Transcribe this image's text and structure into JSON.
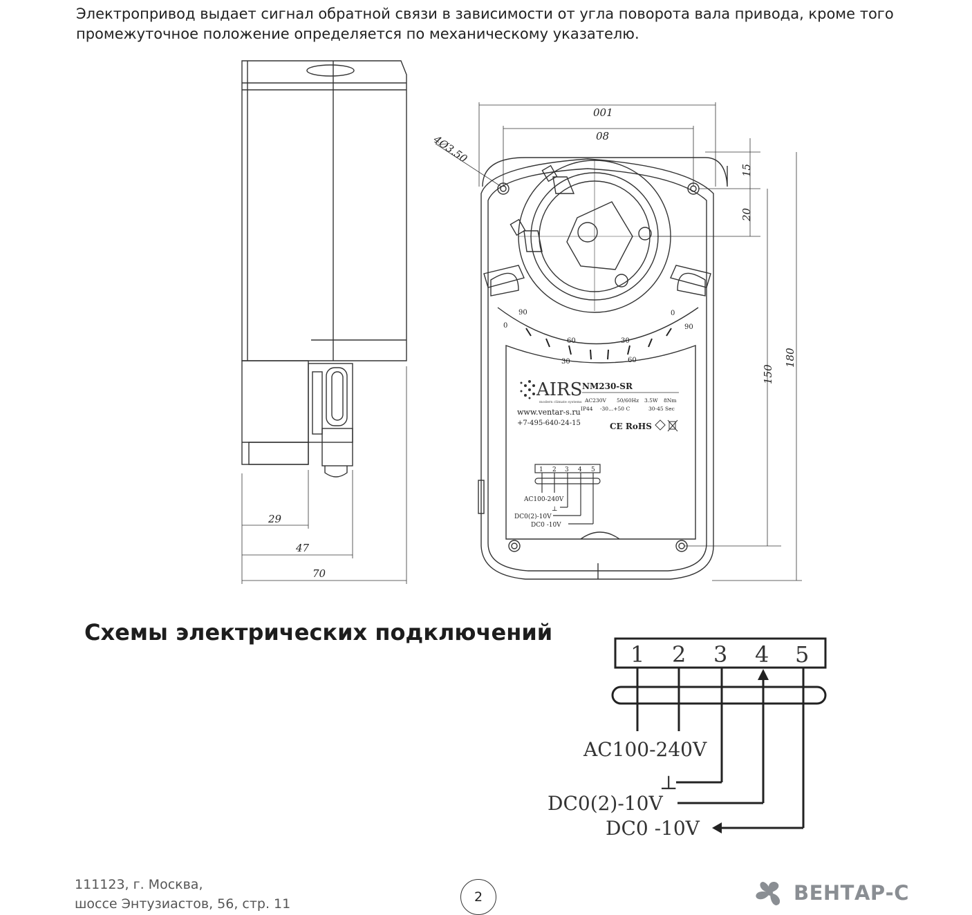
{
  "intro": {
    "line1": "Электропривод выдает сигнал обратной связи в зависимости от угла поворота вала привода, кроме того",
    "line2": "промежуточное положение определяется по механическому указателю."
  },
  "drawing": {
    "dim_width_top": "001",
    "dim_holes": "08",
    "dim_hole_dia": "4Ø3.50",
    "dim_15": "15",
    "dim_20": "20",
    "dim_150": "150",
    "dim_180": "180",
    "dim_29": "29",
    "dim_47": "47",
    "dim_70": "70",
    "scale_labels": [
      "90",
      "0",
      "60",
      "30",
      "30",
      "60",
      "0",
      "90"
    ],
    "label": {
      "brand": "AIRS",
      "brand_tagline": "modern climate systems",
      "model": "NM230-SR",
      "spec_row1": [
        "AC230V",
        "50/60Hz",
        "3.5W",
        "8Nm"
      ],
      "spec_row2": [
        "IP44",
        "-30...+50 C",
        "30-45 Sec"
      ],
      "website": "www.ventar-s.ru",
      "phone": "+7-495-640-24-15",
      "certs": "CE RoHS",
      "terminals": [
        "1",
        "2",
        "3",
        "4",
        "5"
      ],
      "wire_ac": "AC100-240V",
      "wire_gnd": "⊥",
      "wire_dc_in": "DC0(2)-10V",
      "wire_dc_out": "DC0 -10V"
    }
  },
  "section_title": "Схемы электрических подключений",
  "wiring": {
    "terminals": [
      "1",
      "2",
      "3",
      "4",
      "5"
    ],
    "ac_label": "AC100-240V",
    "gnd_symbol": "⊥",
    "dc_in_label": "DC0(2)-10V",
    "dc_out_label": "DC0 -10V"
  },
  "footer": {
    "address_line1": "111123, г. Москва,",
    "address_line2": "шоссе Энтузиастов, 56, стр. 11",
    "page_number": "2",
    "logo_text": "ВЕНТАР-С"
  }
}
